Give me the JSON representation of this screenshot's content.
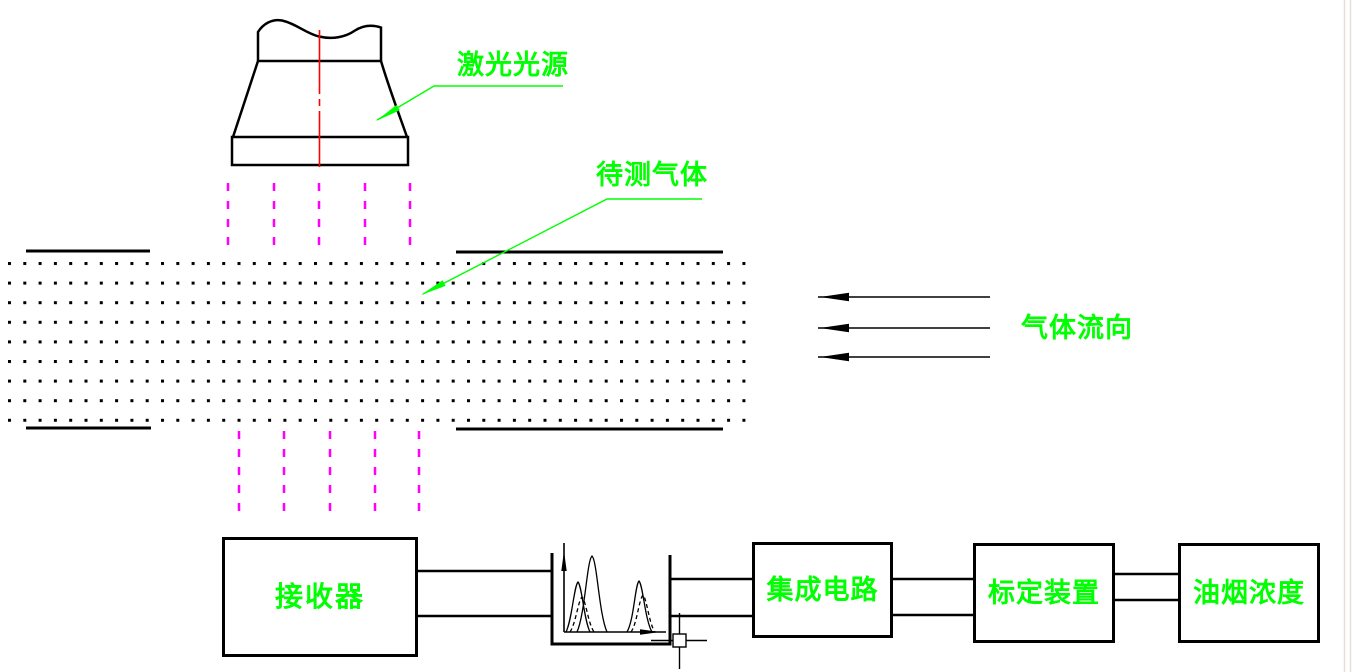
{
  "annotations": {
    "laser_source": "激光光源",
    "gas_under_test": "待测气体",
    "gas_flow_direction": "气体流向"
  },
  "blocks": [
    {
      "id": "receiver",
      "label": "接收器"
    },
    {
      "id": "integrated-circuit",
      "label": "集成电路"
    },
    {
      "id": "calibration-device",
      "label": "标定装置"
    },
    {
      "id": "oil-smoke-concentration",
      "label": "油烟浓度"
    }
  ],
  "colors": {
    "line_black": "#000000",
    "annotation_green": "#00FF00",
    "beam_magenta": "#FF00FF",
    "centerline_red": "#FF0000",
    "edge_line": "#E8E0D8",
    "background": "#FFFFFF"
  }
}
